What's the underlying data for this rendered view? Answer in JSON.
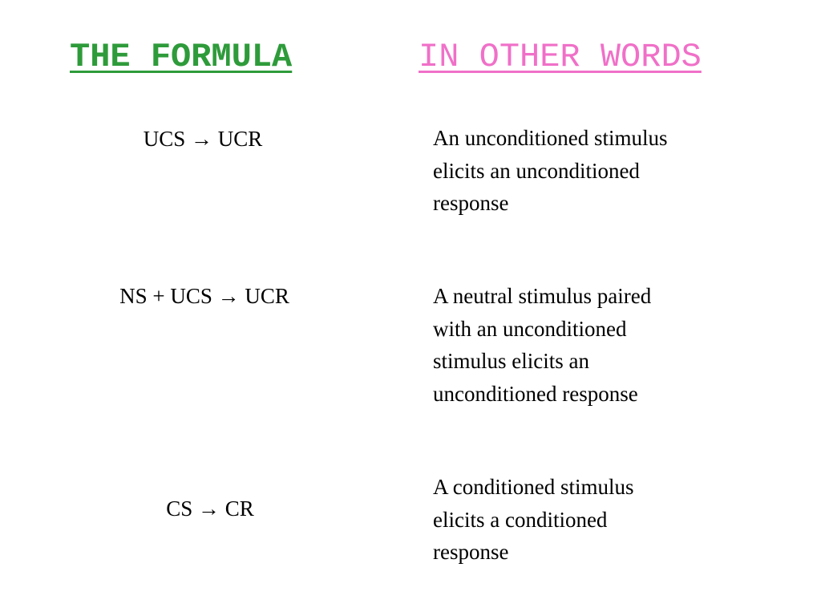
{
  "headers": {
    "formula": "THE FORMULA",
    "in_other_words": "IN OTHER WORDS"
  },
  "colors": {
    "formula_header": "#2e9b3a",
    "in_other_words_header": "#f070c8"
  },
  "rows": [
    {
      "formula": "UCS → UCR",
      "description": "An unconditioned stimulus\nelicits an unconditioned\nresponse"
    },
    {
      "formula": "NS + UCS → UCR",
      "description": "A neutral stimulus paired\nwith an unconditioned\nstimulus elicits an\nunconditioned response"
    },
    {
      "formula": "CS → CR",
      "description": "A conditioned stimulus\nelicits a conditioned\nresponse"
    }
  ]
}
